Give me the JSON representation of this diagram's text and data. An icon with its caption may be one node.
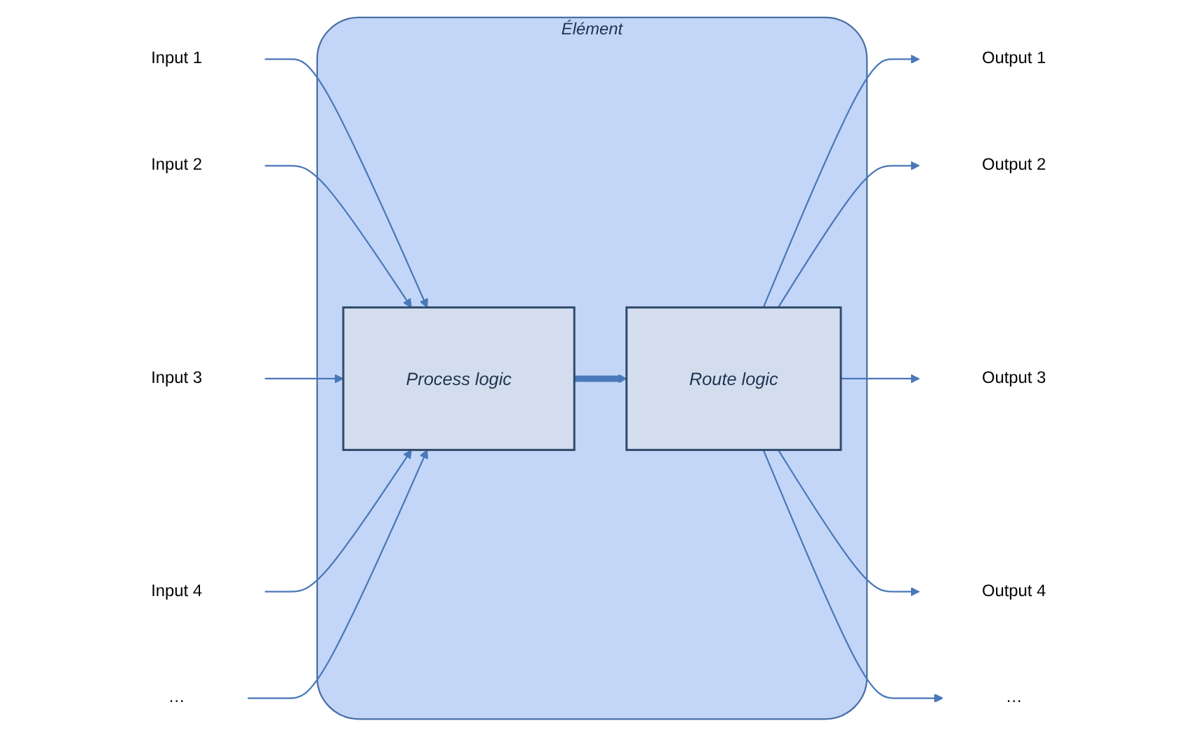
{
  "diagram": {
    "nodes": [
      {
        "text": [
          "Élément"
        ]
      },
      {
        "text": [
          "Process logic"
        ],
        "in": 0
      },
      {
        "text": [
          "Route logic"
        ],
        "in": 0
      },
      {
        "text": [
          "Input 1"
        ]
      },
      {
        "text": [
          "Input 2"
        ]
      },
      {
        "text": [
          "Input 3"
        ]
      },
      {
        "text": [
          "Input 4"
        ]
      },
      {
        "text": [
          "…"
        ]
      },
      {
        "text": [
          "Output 1"
        ]
      },
      {
        "text": [
          "Output 2"
        ]
      },
      {
        "text": [
          "Output 3"
        ]
      },
      {
        "text": [
          "Output 4"
        ]
      },
      {
        "text": [
          "…"
        ]
      }
    ],
    "edges": [
      {
        "from": 3,
        "to": 1,
        "arrow": "to"
      },
      {
        "from": 4,
        "to": 1,
        "arrow": "to"
      },
      {
        "from": 5,
        "to": 1,
        "arrow": "to"
      },
      {
        "from": 6,
        "to": 1,
        "arrow": "to"
      },
      {
        "from": 7,
        "to": 1,
        "arrow": "to"
      },
      {
        "from": 1,
        "to": 2,
        "arrow": "to",
        "style": "thick"
      },
      {
        "from": 2,
        "to": 8,
        "arrow": "to"
      },
      {
        "from": 2,
        "to": 9,
        "arrow": "to"
      },
      {
        "from": 2,
        "to": 10,
        "arrow": "to"
      },
      {
        "from": 2,
        "to": 11,
        "arrow": "to"
      },
      {
        "from": 2,
        "to": 12,
        "arrow": "to"
      }
    ]
  }
}
